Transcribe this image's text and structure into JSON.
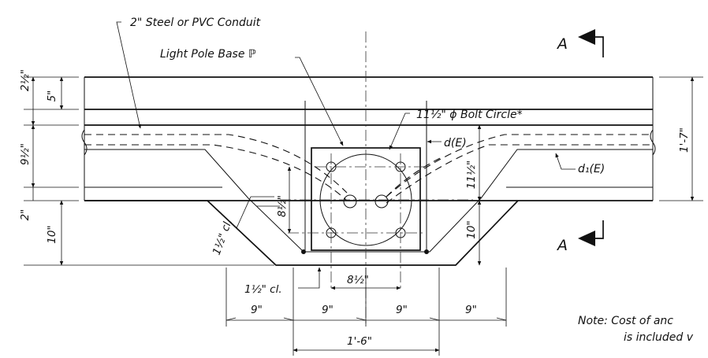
{
  "labels": {
    "conduit": "2\" Steel or PVC Conduit",
    "pole_base": "Light Pole Base ℙ",
    "bolt_circle": "11½\" ϕ Bolt Circle*",
    "d_e": "d(E)",
    "d1_e": "d₁(E)",
    "clear_slope": "1½\" cl.",
    "clear_bottom": "1½\" cl."
  },
  "section": {
    "top": "A",
    "bottom": "A"
  },
  "dimensions": {
    "left_5": "5\"",
    "left_2_5": "2½\"",
    "left_9_5": "9½\"",
    "left_2": "2\"",
    "left_10": "10\"",
    "right_1_7": "1'-7\"",
    "inner_11_5": "11½\"",
    "inner_10": "10\"",
    "inner_8_5_v": "8½\"",
    "inner_8_5_h": "8½\"",
    "bottom_9_a": "9\"",
    "bottom_9_b": "9\"",
    "bottom_9_c": "9\"",
    "bottom_9_d": "9\"",
    "bottom_1_6": "1'-6\""
  },
  "note": {
    "line1": "Note: Cost of anc",
    "line2": "is included v"
  }
}
